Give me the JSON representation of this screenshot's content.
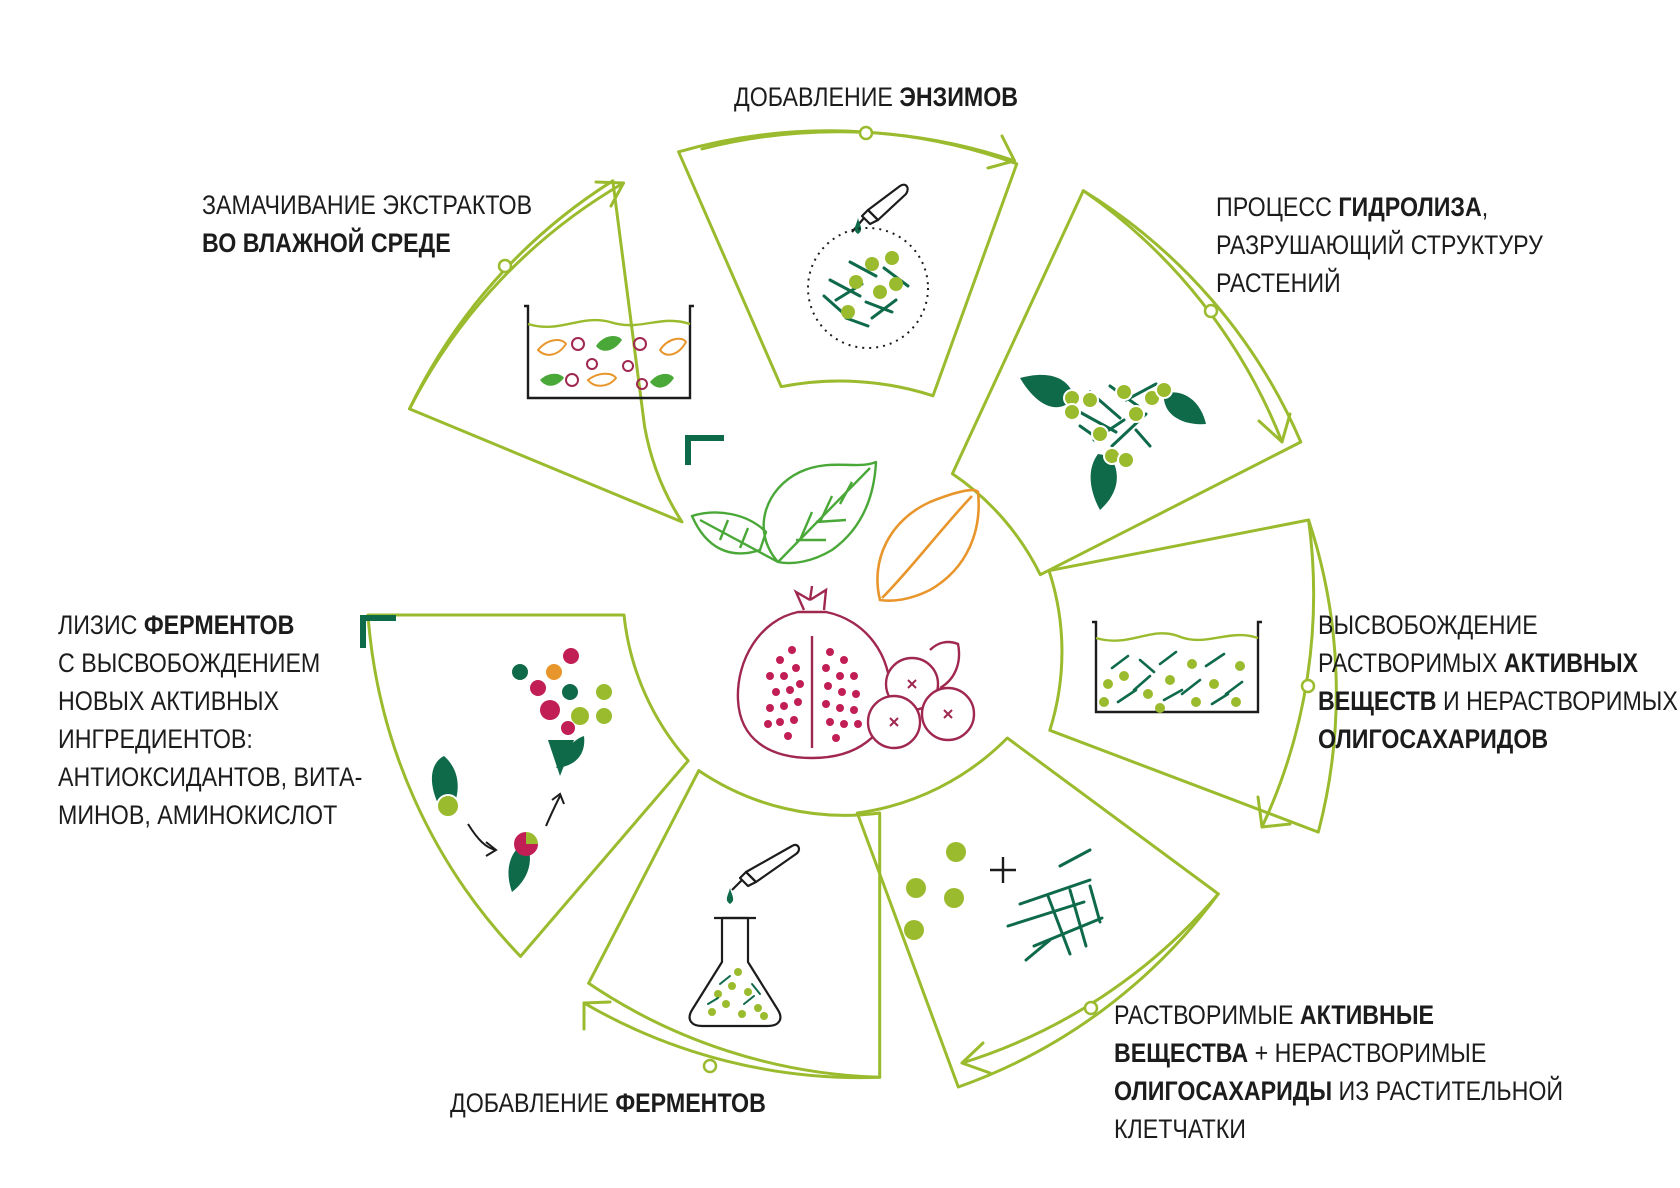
{
  "colors": {
    "lime": "#9bbb2e",
    "dark_green": "#0f6a4a",
    "leaf_green": "#4aa838",
    "orange": "#e8962c",
    "crimson": "#c21e56",
    "berry": "#a0284f",
    "ink": "#1c1c1c"
  },
  "steps": [
    {
      "id": "enzymes",
      "lines": [
        [
          {
            "t": "ДОБАВЛЕНИЕ ",
            "b": false
          },
          {
            "t": "ЭНЗИМОВ",
            "b": true
          }
        ]
      ]
    },
    {
      "id": "hydrolysis",
      "lines": [
        [
          {
            "t": "ПРОЦЕСС ",
            "b": false
          },
          {
            "t": "ГИДРОЛИЗА",
            "b": true
          },
          {
            "t": ",",
            "b": false
          }
        ],
        [
          {
            "t": "РАЗРУШАЮЩИЙ СТРУКТУРУ",
            "b": false
          }
        ],
        [
          {
            "t": "РАСТЕНИЙ",
            "b": false
          }
        ]
      ]
    },
    {
      "id": "release",
      "lines": [
        [
          {
            "t": "ВЫСВОБОЖДЕНИЕ",
            "b": false
          }
        ],
        [
          {
            "t": "РАСТВОРИМЫХ ",
            "b": false
          },
          {
            "t": "АКТИВНЫХ",
            "b": true
          }
        ],
        [
          {
            "t": "ВЕЩЕСТВ",
            "b": true
          },
          {
            "t": " И НЕРАСТВОРИМЫХ",
            "b": false
          }
        ],
        [
          {
            "t": "ОЛИГОСАХАРИДОВ",
            "b": true
          }
        ]
      ]
    },
    {
      "id": "soluble",
      "lines": [
        [
          {
            "t": "РАСТВОРИМЫЕ ",
            "b": false
          },
          {
            "t": "АКТИВНЫЕ",
            "b": true
          }
        ],
        [
          {
            "t": "ВЕЩЕСТВА",
            "b": true
          },
          {
            "t": " + НЕРАСТВОРИМЫЕ",
            "b": false
          }
        ],
        [
          {
            "t": "ОЛИГОСАХАРИДЫ",
            "b": true
          },
          {
            "t": " ИЗ РАСТИТЕЛЬНОЙ",
            "b": false
          }
        ],
        [
          {
            "t": "КЛЕТЧАТКИ",
            "b": false
          }
        ]
      ]
    },
    {
      "id": "ferments",
      "lines": [
        [
          {
            "t": "ДОБАВЛЕНИЕ ",
            "b": false
          },
          {
            "t": "ФЕРМЕНТОВ",
            "b": true
          }
        ]
      ]
    },
    {
      "id": "lysis",
      "lines": [
        [
          {
            "t": "ЛИЗИС ",
            "b": false
          },
          {
            "t": "ФЕРМЕНТОВ",
            "b": true
          }
        ],
        [
          {
            "t": "С ВЫСВОБОЖДЕНИЕМ",
            "b": false
          }
        ],
        [
          {
            "t": "НОВЫХ АКТИВНЫХ",
            "b": false
          }
        ],
        [
          {
            "t": "ИНГРЕДИЕНТОВ:",
            "b": false
          }
        ],
        [
          {
            "t": "АНТИОКСИДАНТОВ, ВИТА-",
            "b": false
          }
        ],
        [
          {
            "t": "МИНОВ, АМИНОКИСЛОТ",
            "b": false
          }
        ]
      ]
    },
    {
      "id": "soaking",
      "lines": [
        [
          {
            "t": "ЗАМАЧИВАНИЕ ЭКСТРАКТОВ",
            "b": false
          }
        ],
        [
          {
            "t": "ВО ВЛАЖНОЙ СРЕДЕ",
            "b": true
          }
        ]
      ]
    }
  ]
}
